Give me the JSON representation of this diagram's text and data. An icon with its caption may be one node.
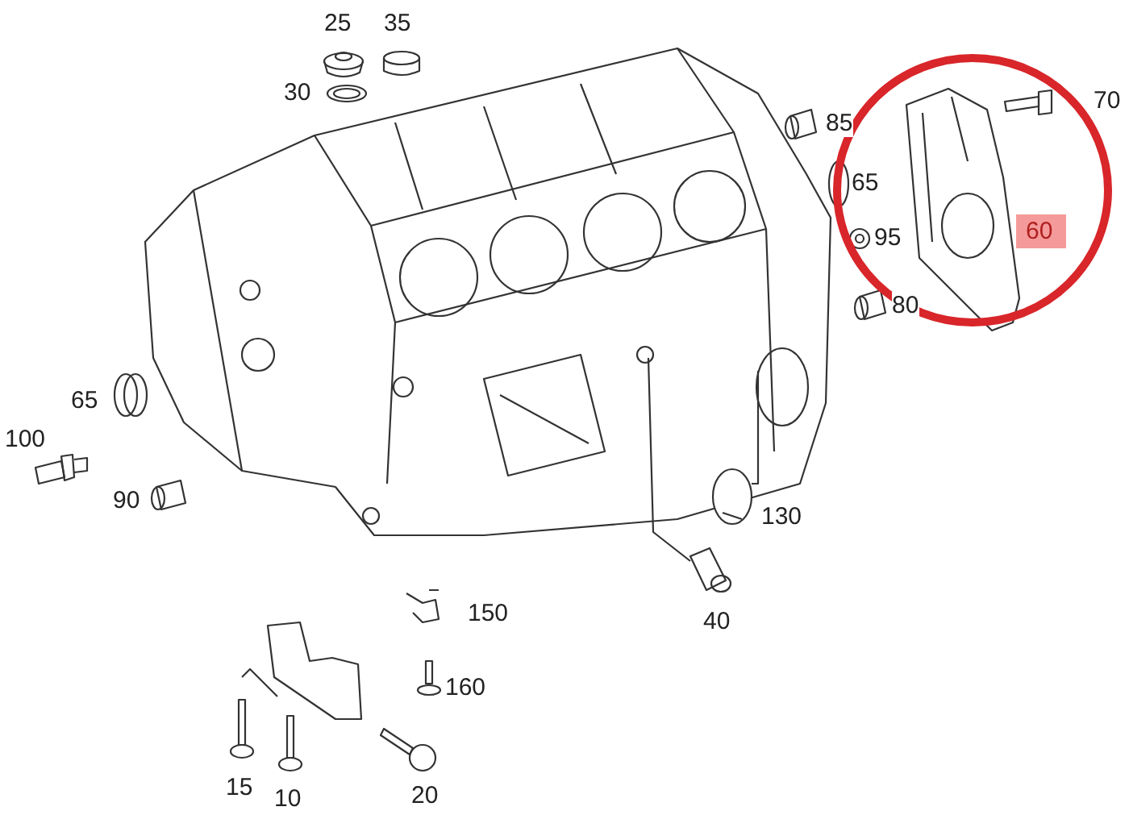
{
  "diagram": {
    "labels": [
      "25",
      "35",
      "30",
      "70",
      "85",
      "65",
      "60",
      "95",
      "80",
      "65",
      "100",
      "90",
      "130",
      "150",
      "40",
      "160",
      "15",
      "10",
      "20"
    ]
  }
}
